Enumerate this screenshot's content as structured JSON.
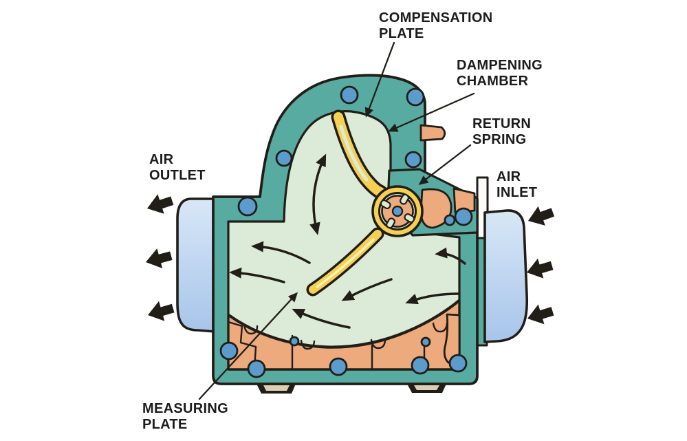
{
  "labels": {
    "compensation_plate": {
      "line1": "COMPENSATION",
      "line2": "PLATE"
    },
    "dampening_chamber": {
      "line1": "DAMPENING",
      "line2": "CHAMBER"
    },
    "return_spring": {
      "line1": "RETURN",
      "line2": "SPRING"
    },
    "air_outlet": {
      "line1": "AIR",
      "line2": "OUTLET"
    },
    "air_inlet": {
      "line1": "AIR",
      "line2": "INLET"
    },
    "measuring_plate": {
      "line1": "MEASURING",
      "line2": "PLATE"
    }
  },
  "colors": {
    "bg": "#ffffff",
    "housing_teal": "#58aba1",
    "chamber_green": "#dcead8",
    "casting_orange": "#ecaa7d",
    "plate_yellow": "#f5d052",
    "plate_cream": "#fcf0bc",
    "duct_blue_light": "#d8e7f7",
    "duct_blue_deep": "#a7c5ea",
    "bolt_blue": "#5b9ccd",
    "outline_ink": "#211e18",
    "label_ink": "#1c1c1c",
    "foot_tan": "#dccfb4",
    "flange_white": "#fbfcfa"
  }
}
